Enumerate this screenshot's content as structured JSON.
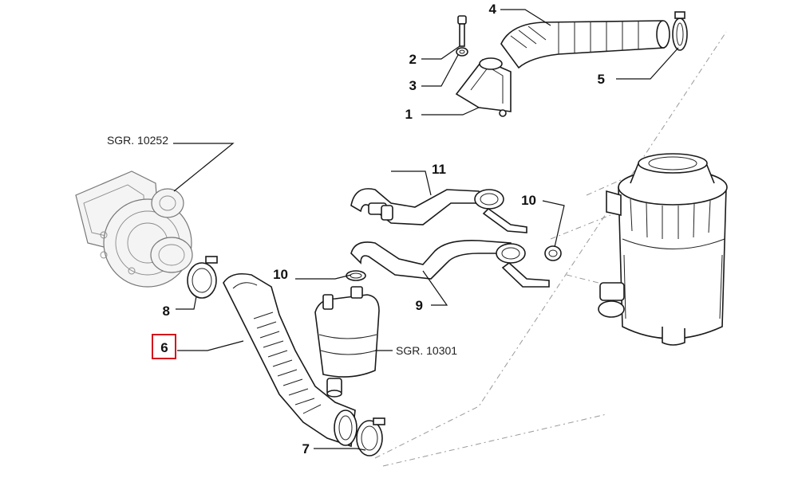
{
  "diagram": {
    "callouts": {
      "c1": "1",
      "c2": "2",
      "c3": "3",
      "c4": "4",
      "c5": "5",
      "c6": "6",
      "c7": "7",
      "c8": "8",
      "c9": "9",
      "c10a": "10",
      "c10b": "10",
      "c11": "11"
    },
    "references": {
      "turbo": "SGR. 10252",
      "tank": "SGR. 10301"
    },
    "highlight_color": "#d4141c"
  }
}
